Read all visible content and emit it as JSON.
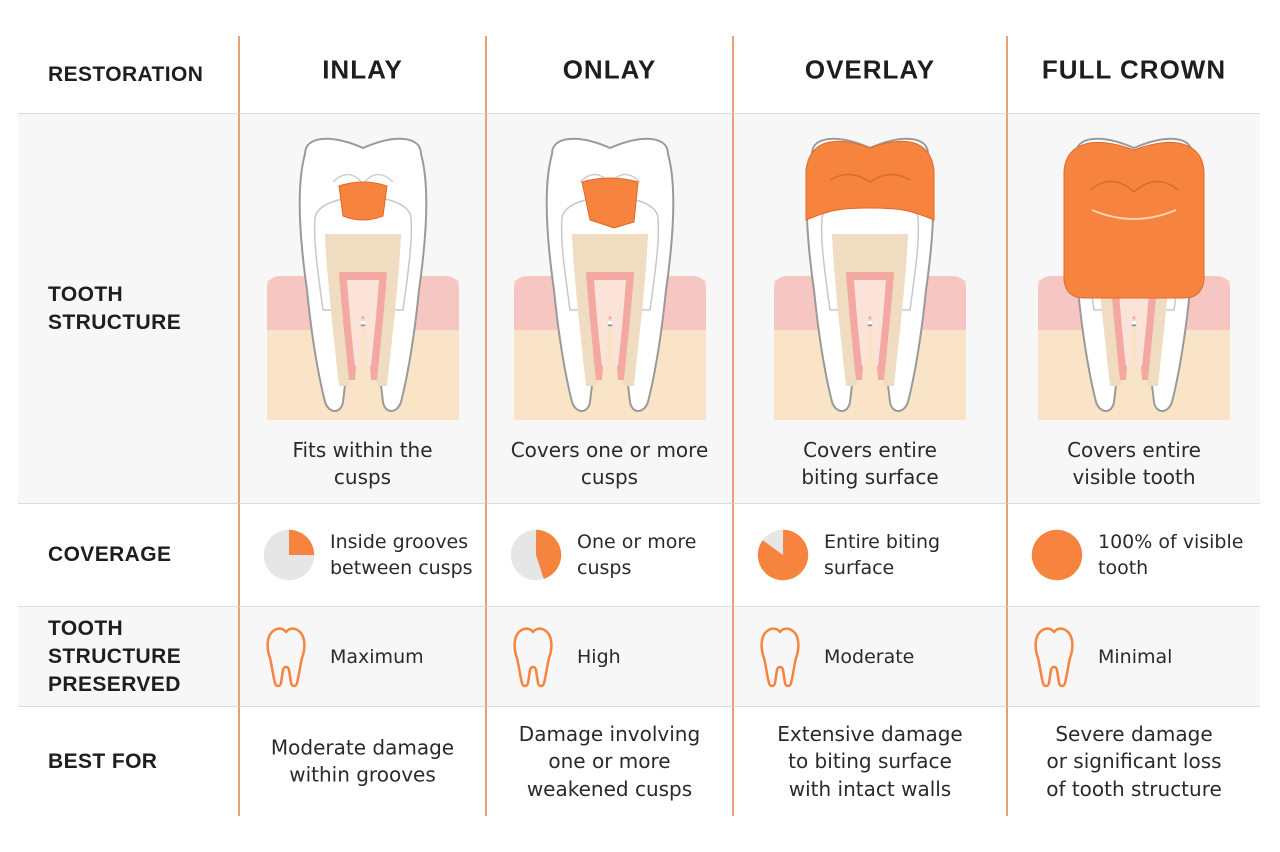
{
  "colors": {
    "accent": "#f7843e",
    "pie_bg": "#e6e6e6",
    "gum": "#f6c6c2",
    "bone": "#f9e4c8",
    "divider": "#e6a276"
  },
  "rows": {
    "restoration": "RESTORATION",
    "tooth_structure": [
      "TOOTH",
      "STRUCTURE"
    ],
    "coverage": "COVERAGE",
    "preserved": [
      "TOOTH STRUCTURE",
      "PRESERVED"
    ],
    "best_for": "BEST FOR"
  },
  "columns": [
    {
      "title": "INLAY",
      "restoration_type": "inlay",
      "structure_caption": [
        "Fits within the",
        "cusps"
      ],
      "coverage_fraction": 0.25,
      "coverage_text": [
        "Inside grooves",
        "between cusps"
      ],
      "preserved_icon": "tooth-outline-icon",
      "preserved_text": "Maximum",
      "best_for": [
        "Moderate damage",
        "within grooves"
      ]
    },
    {
      "title": "ONLAY",
      "restoration_type": "onlay",
      "structure_caption": [
        "Covers one or more",
        "cusps"
      ],
      "coverage_fraction": 0.45,
      "coverage_text": [
        "One or more",
        "cusps"
      ],
      "preserved_icon": "tooth-outline-icon",
      "preserved_text": "High",
      "best_for": [
        "Damage involving",
        "one or more",
        "weakened cusps"
      ]
    },
    {
      "title": "OVERLAY",
      "restoration_type": "overlay",
      "structure_caption": [
        "Covers entire",
        "biting surface"
      ],
      "coverage_fraction": 0.85,
      "coverage_text": [
        "Entire biting",
        "surface"
      ],
      "preserved_icon": "tooth-outline-icon",
      "preserved_text": "Moderate",
      "best_for": [
        "Extensive damage",
        "to biting surface",
        "with intact walls"
      ]
    },
    {
      "title": "FULL CROWN",
      "restoration_type": "crown",
      "structure_caption": [
        "Covers entire",
        "visible tooth"
      ],
      "coverage_fraction": 1.0,
      "coverage_text": [
        "100% of visible",
        "tooth"
      ],
      "preserved_icon": "tooth-outline-icon",
      "preserved_text": "Minimal",
      "best_for": [
        "Severe damage",
        "or significant loss",
        "of tooth structure"
      ]
    }
  ]
}
